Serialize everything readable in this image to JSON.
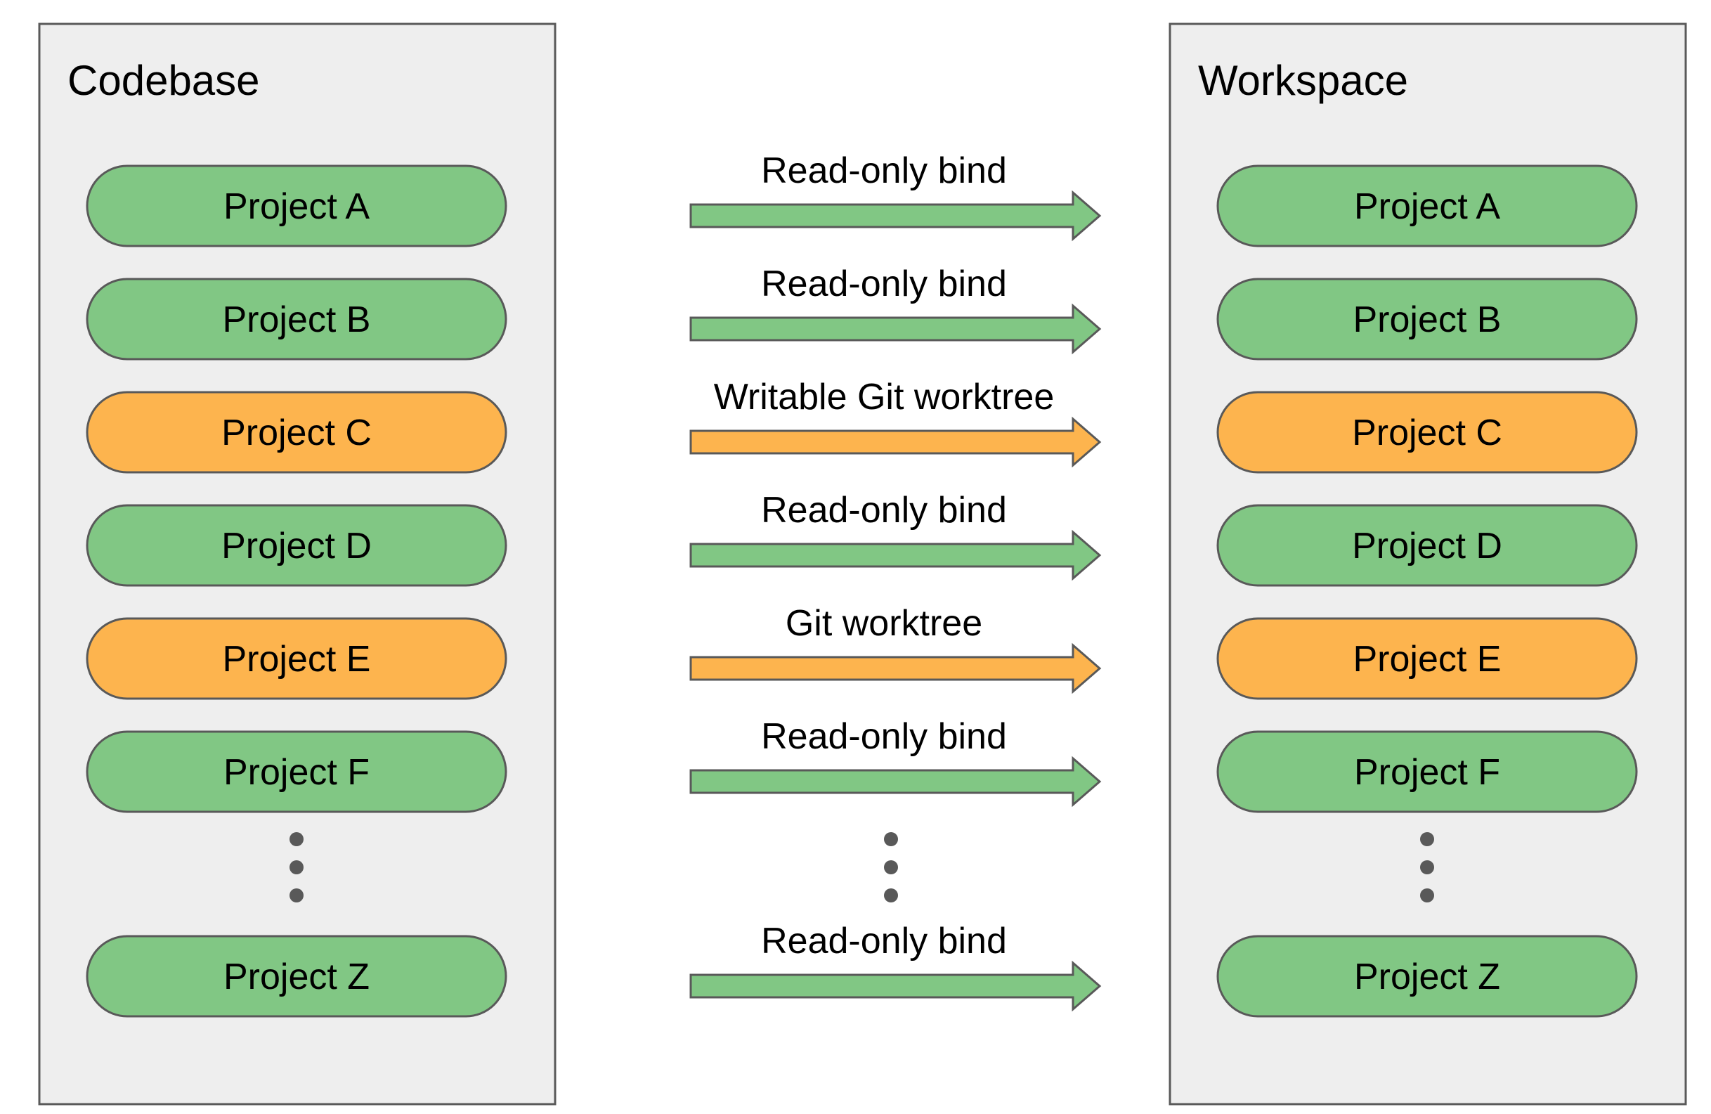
{
  "colors": {
    "panel_fill": "#eeeeee",
    "panel_stroke": "#595959",
    "green": "#81c784",
    "orange": "#fdb44e",
    "outline": "#595959",
    "dots": "#595959"
  },
  "panels": [
    {
      "id": "codebase",
      "title": "Codebase",
      "items": [
        {
          "label": "Project A",
          "color": "green"
        },
        {
          "label": "Project B",
          "color": "green"
        },
        {
          "label": "Project C",
          "color": "orange"
        },
        {
          "label": "Project D",
          "color": "green"
        },
        {
          "label": "Project E",
          "color": "orange"
        },
        {
          "label": "Project F",
          "color": "green"
        },
        {
          "label": "Project Z",
          "color": "green"
        }
      ]
    },
    {
      "id": "workspace",
      "title": "Workspace",
      "items": [
        {
          "label": "Project A",
          "color": "green"
        },
        {
          "label": "Project B",
          "color": "green"
        },
        {
          "label": "Project C",
          "color": "orange"
        },
        {
          "label": "Project D",
          "color": "green"
        },
        {
          "label": "Project E",
          "color": "orange"
        },
        {
          "label": "Project F",
          "color": "green"
        },
        {
          "label": "Project Z",
          "color": "green"
        }
      ]
    }
  ],
  "arrows": [
    {
      "label": "Read-only bind",
      "color": "green"
    },
    {
      "label": "Read-only bind",
      "color": "green"
    },
    {
      "label": "Writable Git worktree",
      "color": "orange"
    },
    {
      "label": "Read-only bind",
      "color": "green"
    },
    {
      "label": "Git worktree",
      "color": "orange"
    },
    {
      "label": "Read-only bind",
      "color": "green"
    },
    {
      "label": "Read-only bind",
      "color": "green"
    }
  ]
}
